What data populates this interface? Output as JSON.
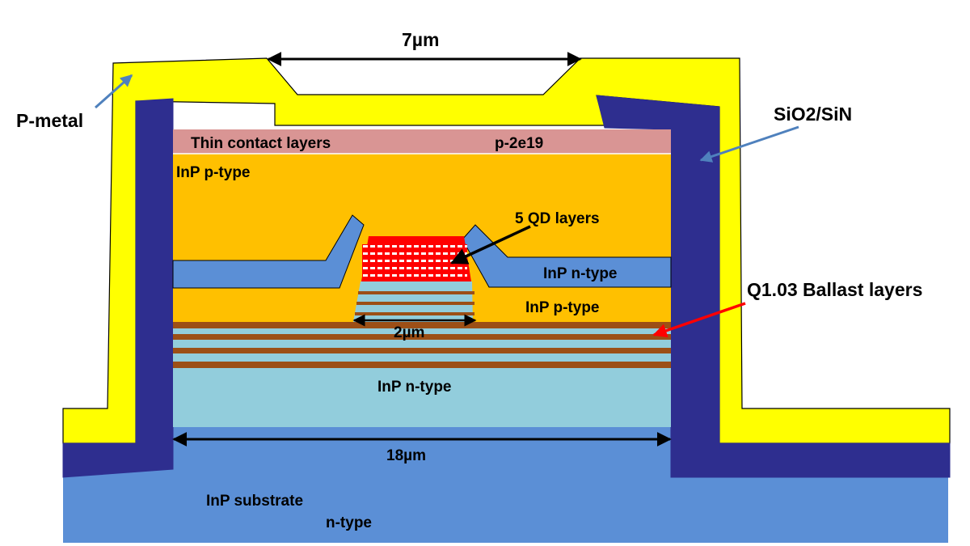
{
  "labels": {
    "top_width": "7µm",
    "p_metal": "P-metal",
    "sio2_sin": "SiO2/SiN",
    "contact_left": "Thin contact layers",
    "contact_right": "p-2e19",
    "inp_p_top": "InP p-type",
    "qd_layers": "5 QD layers",
    "inp_n_wing": "InP n-type",
    "ballast": "Q1.03 Ballast layers",
    "inp_p_mid": "InP p-type",
    "mesa_width": "2µm",
    "inp_n_lower": "InP n-type",
    "bottom_width": "18µm",
    "substrate_line1": "InP substrate",
    "substrate_line2": "n-type"
  },
  "colors": {
    "p_metal": "#ffff00",
    "dielectric": "#2e2e8f",
    "substrate": "#5b8fd6",
    "inp_p": "#ffc000",
    "contact": "#d99594",
    "inp_n_light": "#92cddc",
    "ballast_brown": "#9c4f16",
    "n_wing": "#5b8fd6",
    "qd_red": "#ff0000",
    "arrow_blue": "#4f81bd",
    "arrow_red": "#ff0000"
  }
}
